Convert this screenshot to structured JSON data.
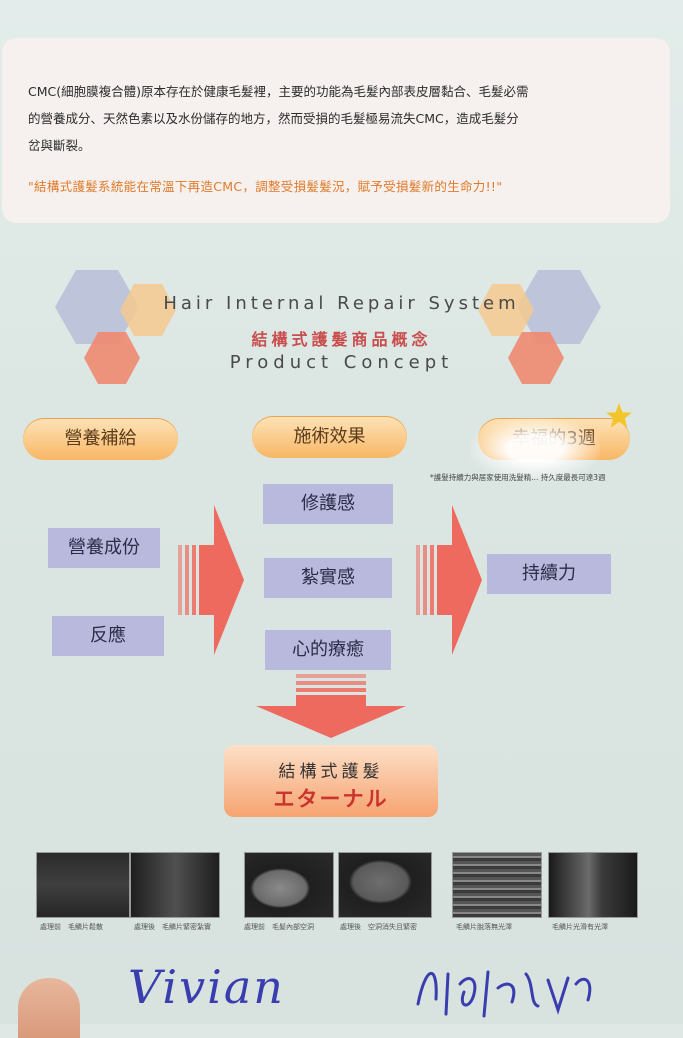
{
  "intro": {
    "paragraph_line1": "CMC(細胞膜複合體)原本存在於健康毛髮裡，主要的功能為毛髮內部表皮層黏合、毛髮必需",
    "paragraph_line2": "的營養成分、天然色素以及水份儲存的地方，然而受損的毛髮極易流失CMC，造成毛髮分",
    "paragraph_line3": "岔與斷裂。",
    "slogan": "\"結構式護髮系統能在常溫下再造CMC，調整受損髮髮況，賦予受損髮新的生命力!!\""
  },
  "titles": {
    "en_system": "Hair Internal Repair System",
    "zh": "結構式護髮商品概念",
    "en_concept": "Product Concept"
  },
  "columns": {
    "left_header": "營養補給",
    "mid_header": "施術效果",
    "right_header": "幸福的3週",
    "right_note": "*護髮持續力與居家使用洗髮精... 持久度最長可達3週"
  },
  "left_items": [
    "營養成份",
    "反應"
  ],
  "mid_items": [
    "修護感",
    "紮實感",
    "心的療癒"
  ],
  "right_items": [
    "持續力"
  ],
  "result": {
    "line1": "結構式護髮",
    "line2": "エターナル"
  },
  "photos": {
    "captions": [
      "處理前　毛鱗片鬆散",
      "處理後　毛鱗片緊密紮實",
      "處理前　毛髮內部空洞",
      "處理後　空洞消失且緊密",
      "毛鱗片脫落無光澤",
      "毛鱗片光滑有光澤"
    ]
  },
  "handwriting": {
    "left": "Vivian"
  },
  "colors": {
    "accent_orange": "#e07a2a",
    "box_purple": "#b8b9dd",
    "arrow_red": "#ee6a5e",
    "pill_orange": "#f8b765"
  }
}
